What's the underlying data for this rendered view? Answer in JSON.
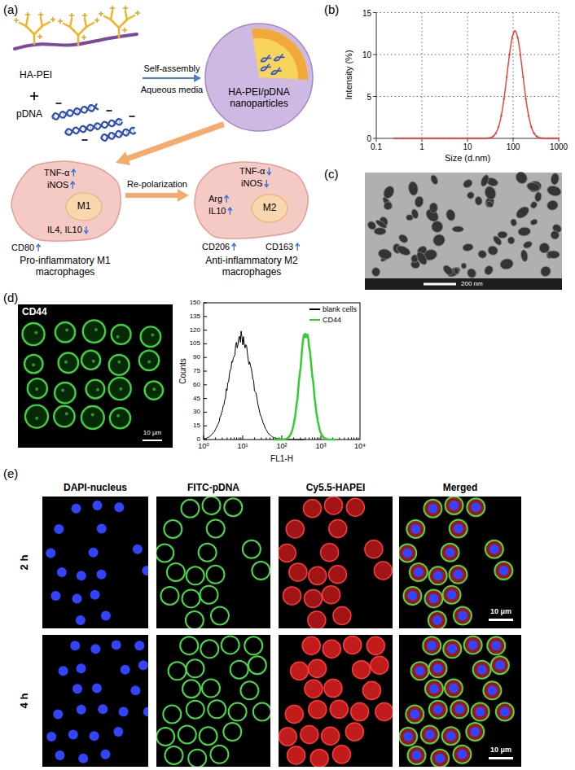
{
  "diagram": {
    "nodes": [
      {
        "text": [
          "HA-PEI"
        ]
      },
      {
        "text": [
          "pDNA"
        ]
      },
      {
        "text": [
          "HA-PEI/pDNA nanoparticles"
        ]
      },
      {
        "text": [
          "TNF-α",
          "iNOS",
          "IL4, IL10",
          "CD80",
          "Pro-inflammatory M1 macrophages"
        ]
      },
      {
        "text": [
          "M1"
        ],
        "in": 3
      },
      {
        "text": [
          "TNF-α",
          "iNOS",
          "Arg",
          "IL10",
          "CD206",
          "CD163",
          "Anti-inflammatory M2 macrophages"
        ]
      },
      {
        "text": [
          "M2"
        ],
        "in": 5
      }
    ],
    "edges": [
      {
        "from": 0,
        "to": 2,
        "arrow": "to",
        "label": "Self-assembly"
      },
      {
        "from": 2,
        "to": 3,
        "arrow": "to"
      },
      {
        "from": 3,
        "to": 5,
        "arrow": "to",
        "label": "Re-polarization"
      }
    ],
    "labels": [
      "(a)",
      "Aqueous media",
      "(b)",
      "Intensity (%)",
      "15",
      "10",
      "5",
      "0",
      "0.1",
      "1",
      "10",
      "100",
      "1000",
      "Size (d.nm)",
      "(c)",
      "200 nm",
      "(d)",
      "CD44",
      "10 μm",
      "Counts",
      "0",
      "15",
      "30",
      "45",
      "60",
      "75",
      "90",
      "105",
      "120",
      "135",
      "150",
      "10⁰",
      "10¹",
      "10²",
      "10³",
      "10⁴",
      "FL1-H",
      "(e)",
      "DAPI-nucleus",
      "FITC-pDNA",
      "Cy5.5-HAPEI",
      "Merged",
      "2 h",
      "4 h",
      "10 μm",
      "10 μm"
    ],
    "legend": [
      {
        "text": "blank cells"
      },
      {
        "text": "CD44"
      }
    ]
  }
}
